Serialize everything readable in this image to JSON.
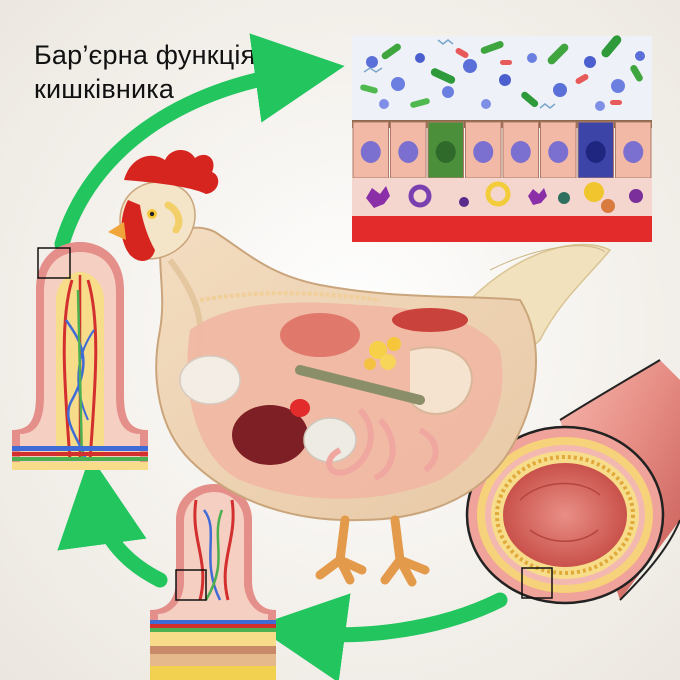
{
  "title": {
    "line1": "Бар’єрна функція",
    "line2": "кишківника"
  },
  "colors": {
    "arrow": "#22c55e",
    "mucosa_red": "#e53935",
    "tissue_pink": "#f2b3a8",
    "villus_yellow": "#f6d26b",
    "blood_red": "#d32f2f",
    "vein_blue": "#3f6bd6",
    "lymph_green": "#4caf50",
    "chicken_comb": "#d6251f"
  },
  "icons": [
    "curved-arrow-icon",
    "zoom-box-icon",
    "chicken-illustration",
    "intestine-tube-cross-section",
    "villus-illustration",
    "epithelium-microbiota-panel"
  ]
}
